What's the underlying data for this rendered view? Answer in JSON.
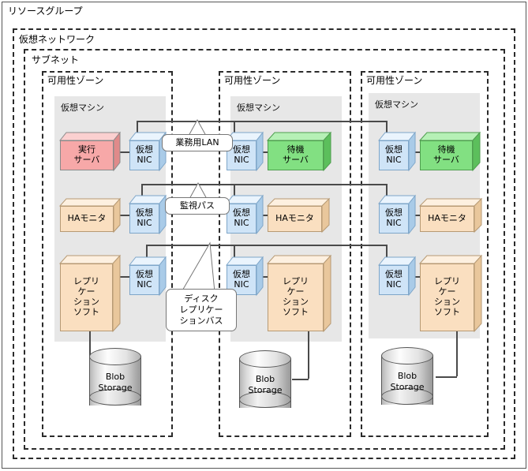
{
  "diagram": {
    "title": "リソースグループ",
    "containers": [
      {
        "key": "resource_group",
        "label": "リソースグループ"
      },
      {
        "key": "virtual_network",
        "label": "仮想ネットワーク"
      },
      {
        "key": "subnet",
        "label": "サブネット"
      }
    ],
    "zone_label": "可用性ゾーン",
    "vm_label": "仮想マシン",
    "nic_label": "仮想\nNIC",
    "storage_label": "Blob\nStorage",
    "zones": [
      {
        "name": "availability-zone-1",
        "zone_label": "可用性ゾーン",
        "vm_label": "仮想マシン",
        "orientation": "nic-right",
        "nodes": [
          {
            "name": "active-server",
            "label": "実行\nサーバ",
            "color": "#f7a8a8"
          },
          {
            "name": "ha-monitor",
            "label": "HAモニタ",
            "color": "#fadfc0"
          },
          {
            "name": "replication-software",
            "label": "レプリ\nケー\nション\nソフト",
            "color": "#fadfc0"
          }
        ],
        "storage": {
          "name": "blob-storage",
          "label": "Blob\nStorage"
        }
      },
      {
        "name": "availability-zone-2",
        "zone_label": "可用性ゾーン",
        "vm_label": "仮想マシン",
        "orientation": "nic-left",
        "nodes": [
          {
            "name": "standby-server",
            "label": "待機\nサーバ",
            "color": "#82e082"
          },
          {
            "name": "ha-monitor",
            "label": "HAモニタ",
            "color": "#fadfc0"
          },
          {
            "name": "replication-software",
            "label": "レプリ\nケー\nション\nソフト",
            "color": "#fadfc0"
          }
        ],
        "storage": {
          "name": "blob-storage",
          "label": "Blob\nStorage"
        }
      },
      {
        "name": "availability-zone-3",
        "zone_label": "可用性ゾーン",
        "vm_label": "仮想マシン",
        "orientation": "nic-left",
        "nodes": [
          {
            "name": "standby-server",
            "label": "待機\nサーバ",
            "color": "#82e082"
          },
          {
            "name": "ha-monitor",
            "label": "HAモニタ",
            "color": "#fadfc0"
          },
          {
            "name": "replication-software",
            "label": "レプリ\nケー\nション\nソフト",
            "color": "#fadfc0"
          }
        ],
        "storage": {
          "name": "blob-storage",
          "label": "Blob\nStorage"
        }
      }
    ],
    "callouts": [
      {
        "name": "business-lan-callout",
        "label": "業務用LAN"
      },
      {
        "name": "monitoring-path-callout",
        "label": "監視パス"
      },
      {
        "name": "disk-replication-bus-callout",
        "label": "ディスク\nレプリケー\nションバス"
      }
    ],
    "colors": {
      "active_server": "#f7a8a8",
      "standby_server": "#82e082",
      "ha_monitor": "#fadfc0",
      "replication_software": "#fadfc0",
      "nic": "#cfe4f7",
      "vm_panel": "#e7e7e7",
      "line": "#4a4a4a",
      "border": "#2b2b2b"
    }
  }
}
